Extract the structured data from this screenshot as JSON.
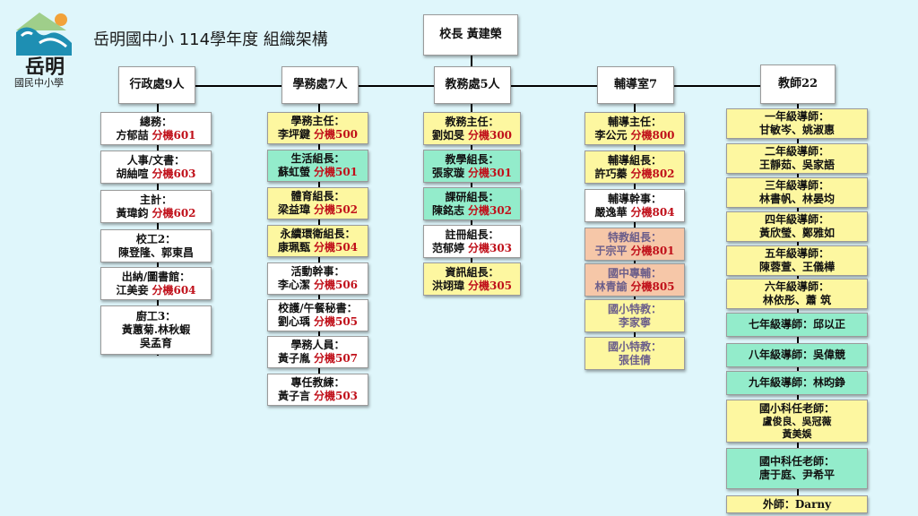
{
  "header": {
    "logo_text": "岳明",
    "logo_sub": "國民中小學",
    "title": "岳明國中小 114學年度 組織架構"
  },
  "principal": {
    "label": "校長 黃建榮"
  },
  "departments": [
    {
      "label": "行政處9人",
      "items": [
        {
          "role": "總務：",
          "name": "方郁喆",
          "ext": "分機601",
          "color": "white"
        },
        {
          "role": "人事/文書：",
          "name": "胡紬喧",
          "ext": "分機603",
          "color": "white"
        },
        {
          "role": "主計：",
          "name": "黃瑋鈞",
          "ext": "分機602",
          "color": "white"
        },
        {
          "role": "校工2：",
          "name": "陳登隆、郭東昌",
          "ext": "",
          "color": "white"
        },
        {
          "role": "出納/圖書館：",
          "name": "江美妾",
          "ext": "分機604",
          "color": "white"
        },
        {
          "role": "廚工3：",
          "name": "黃蕙菊.林秋蝦",
          "name2": "吳孟育",
          "ext": "",
          "color": "white"
        }
      ]
    },
    {
      "label": "學務處7人",
      "items": [
        {
          "role": "學務主任：",
          "name": "李坪鍵",
          "ext": "分機500",
          "color": "yellow"
        },
        {
          "role": "生活組長：",
          "name": "蘇虹螢",
          "ext": "分機501",
          "color": "teal"
        },
        {
          "role": "體育組長：",
          "name": "梁益瑋",
          "ext": "分機502",
          "color": "yellow"
        },
        {
          "role": "永續環衛組長：",
          "name": "康珮甄",
          "ext": "分機504",
          "color": "yellow"
        },
        {
          "role": "活動幹事：",
          "name": "李心潔",
          "ext": "分機506",
          "color": "white"
        },
        {
          "role": "校護/午餐秘書：",
          "name": "劉心瑀",
          "ext": "分機505",
          "color": "white"
        },
        {
          "role": "學務人員：",
          "name": "黃子胤",
          "ext": "分機507",
          "color": "white"
        },
        {
          "role": "專任教練：",
          "name": "黃子言",
          "ext": "分機503",
          "color": "white"
        }
      ]
    },
    {
      "label": "教務處5人",
      "items": [
        {
          "role": "教務主任：",
          "name": "劉如旻",
          "ext": "分機300",
          "color": "yellow"
        },
        {
          "role": "教學組長：",
          "name": "張家璇",
          "ext": "分機301",
          "color": "teal"
        },
        {
          "role": "課研組長：",
          "name": "陳銘志",
          "ext": "分機302",
          "color": "teal"
        },
        {
          "role": "註冊組長：",
          "name": "范郁婷",
          "ext": "分機303",
          "color": "white"
        },
        {
          "role": "資訊組長：",
          "name": "洪翊瑋",
          "ext": "分機305",
          "color": "yellow"
        }
      ]
    },
    {
      "label": "輔導室7",
      "items": [
        {
          "role": "輔導主任：",
          "name": "李公元",
          "ext": "分機800",
          "color": "yellow"
        },
        {
          "role": "輔導組長：",
          "name": "許巧蓁",
          "ext": "分機802",
          "color": "yellow"
        },
        {
          "role": "輔導幹事：",
          "name": "嚴逸華",
          "ext": "分機804",
          "color": "white"
        },
        {
          "role": "特教組長：",
          "name": "于宗平",
          "ext": "分機801",
          "color": "pink"
        },
        {
          "role": "國中專輔：",
          "name": "林青諭",
          "ext": "分機805",
          "color": "pink"
        },
        {
          "role": "國小特教：",
          "name": "李家寧",
          "ext": "",
          "color": "yellow"
        },
        {
          "role": "國小特教：",
          "name": "張佳倩",
          "ext": "",
          "color": "yellow"
        }
      ]
    },
    {
      "label": "教師22",
      "items": [
        {
          "role": "一年級導師：",
          "name": "甘敏岑、姚淑惠",
          "color": "yellow"
        },
        {
          "role": "二年級導師：",
          "name": "王靜茹、吳家語",
          "color": "yellow"
        },
        {
          "role": "三年級導師：",
          "name": "林書帆、林晏均",
          "color": "yellow"
        },
        {
          "role": "四年級導師：",
          "name": "黃欣瑩、鄭雅如",
          "color": "yellow"
        },
        {
          "role": "五年級導師：",
          "name": "陳蓉萱、王儀樺",
          "color": "yellow"
        },
        {
          "role": "六年級導師：",
          "name": "林依彤、蕭 筑",
          "color": "yellow"
        },
        {
          "role": "七年級導師：邱以正",
          "name": "",
          "color": "teal"
        },
        {
          "role": "八年級導師：吳偉競",
          "name": "",
          "color": "teal"
        },
        {
          "role": "九年級導師：林昀錚",
          "name": "",
          "color": "teal"
        },
        {
          "role": "國小科任老師：",
          "name": "盧俊良、吳冠薇",
          "name2": "黃美娛",
          "color": "yellow"
        },
        {
          "role": "國中科任老師：",
          "name": "唐于庭、尹希平",
          "color": "teal"
        },
        {
          "role": "外師：Darny",
          "name": "",
          "color": "yellow"
        }
      ]
    }
  ],
  "colors": {
    "background": "#dff6fb",
    "white_box": "#ffffff",
    "yellow_box": "#fdf7a0",
    "teal_box": "#93eccb",
    "pink_box": "#f6c7a8",
    "extension_text": "#c0101a"
  }
}
